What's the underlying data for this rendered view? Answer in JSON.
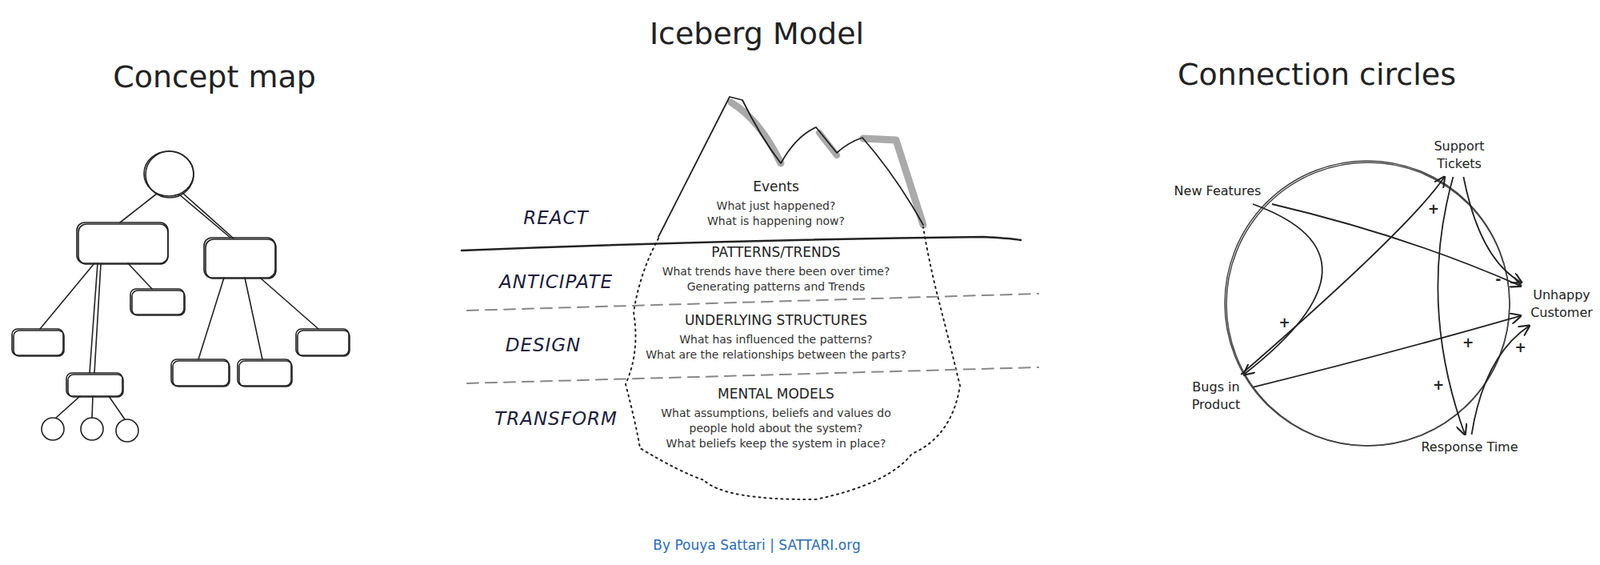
{
  "diagram": {
    "title": "Iceberg Model",
    "caption": "By Pouya Sattari | SATTARI.org",
    "nodes": [
      {
        "text": [
          "Events",
          "What just happened?",
          "What is happening now?"
        ]
      },
      {
        "text": [
          "PATTERNS/TRENDS",
          "What trends have there been over time?",
          "Generating patterns and Trends"
        ]
      },
      {
        "text": [
          "UNDERLYING STRUCTURES",
          "What has influenced the patterns?",
          "What are the relationships between the parts?"
        ]
      },
      {
        "text": [
          "MENTAL MODELS",
          "What assumptions, beliefs and values do people hold about the system?",
          "What beliefs keep the system in place?"
        ]
      },
      {
        "text": [
          "New Features"
        ]
      },
      {
        "text": [
          "Support Tickets"
        ]
      },
      {
        "text": [
          "Unhappy Customer"
        ]
      },
      {
        "text": [
          "Bugs in Product"
        ]
      },
      {
        "text": [
          "Response Time"
        ]
      }
    ],
    "edges": [
      {
        "from": 4,
        "to": 7,
        "label": "+",
        "arrow": "to"
      },
      {
        "from": 4,
        "to": 6,
        "arrow": "to"
      },
      {
        "from": 5,
        "to": 8,
        "label": "+",
        "arrow": "to"
      },
      {
        "from": 8,
        "to": 6,
        "label": "+",
        "arrow": "to"
      },
      {
        "from": 7,
        "to": 5,
        "label": "+",
        "arrow": "to"
      },
      {
        "from": 7,
        "to": 6,
        "label": "+",
        "arrow": "to"
      },
      {
        "from": 5,
        "to": 6,
        "label": "-",
        "arrow": "to"
      }
    ],
    "labels": [
      "Concept map",
      "Connection circles",
      "REACT",
      "ANTICIPATE",
      "DESIGN",
      "TRANSFORM"
    ]
  }
}
